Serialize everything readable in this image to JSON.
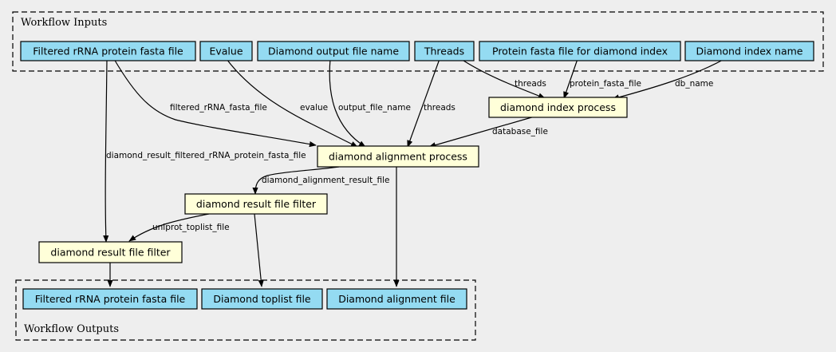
{
  "colors": {
    "background": "#eeeeee",
    "io_node": "#94dbf2",
    "process_node": "#ffffd9",
    "stroke": "#000000"
  },
  "clusters": {
    "inputs": "Workflow Inputs",
    "outputs": "Workflow Outputs"
  },
  "inputs": {
    "filtered_fasta": "Filtered rRNA protein fasta file",
    "evalue": "Evalue",
    "diamond_output_name": "Diamond output file name",
    "threads": "Threads",
    "protein_fasta_index": "Protein fasta file for diamond index",
    "diamond_index_name": "Diamond index name"
  },
  "processes": {
    "index": "diamond index process",
    "alignment": "diamond alignment process",
    "filter1": "diamond result file filter",
    "filter2": "diamond result file filter"
  },
  "outputs": {
    "filtered_fasta": "Filtered rRNA protein fasta file",
    "toplist": "Diamond toplist file",
    "alignment": "Diamond alignment file"
  },
  "edge_labels": {
    "filtered_rRNA_fasta_file": "filtered_rRNA_fasta_file",
    "evalue": "evalue",
    "output_file_name": "output_file_name",
    "threads_align": "threads",
    "threads_index": "threads",
    "protein_fasta_file": "protein_fasta_file",
    "db_name": "db_name",
    "database_file": "database_file",
    "diamond_result_filtered": "diamond_result_filtered_rRNA_protein_fasta_file",
    "diamond_alignment_result_file": "diamond_alignment_result_file",
    "uniprot_toplist_file": "uniprot_toplist_file"
  }
}
